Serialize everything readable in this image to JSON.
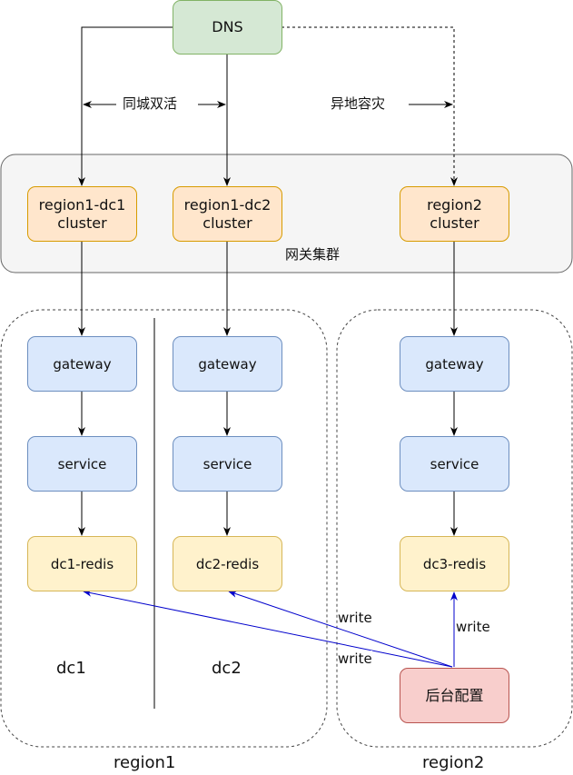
{
  "nodes": {
    "dns": "DNS",
    "cluster1_line1": "region1-dc1",
    "cluster1_line2": "cluster",
    "cluster2_line1": "region1-dc2",
    "cluster2_line2": "cluster",
    "cluster3_line1": "region2",
    "cluster3_line2": "cluster",
    "gateway1": "gateway",
    "gateway2": "gateway",
    "gateway3": "gateway",
    "service1": "service",
    "service2": "service",
    "service3": "service",
    "redis1": "dc1-redis",
    "redis2": "dc2-redis",
    "redis3": "dc3-redis",
    "admin": "后台配置"
  },
  "labels": {
    "active_active": "同城双活",
    "disaster_recovery": "异地容灾",
    "gateway_cluster": "网关集群",
    "write_dc2": "write",
    "write_dc1": "write",
    "write_dc3": "write",
    "dc1": "dc1",
    "dc2": "dc2",
    "region1": "region1",
    "region2": "region2"
  },
  "colors": {
    "arrow": "#000000",
    "write_arrow": "#0000cc",
    "group_border": "#444444",
    "gateway_group_fill": "#f5f5f5"
  }
}
